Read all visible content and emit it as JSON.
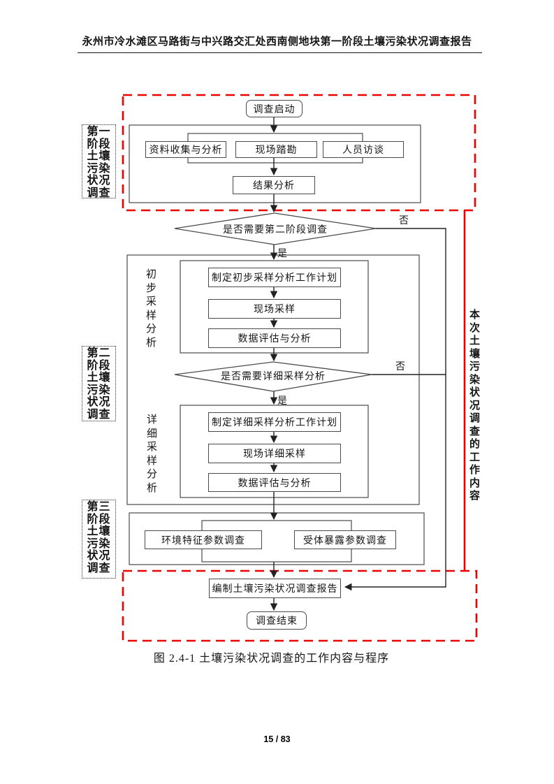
{
  "page": {
    "header_title": "永州市冷水滩区马路街与中兴路交汇处西南侧地块第一阶段土壤污染状况调查报告",
    "caption": "图 2.4-1 土壤污染状况调查的工作内容与程序",
    "page_number": "15 / 83"
  },
  "flowchart": {
    "start": "调查启动",
    "stage1": {
      "label": "第一阶段土壤污染状况调查",
      "boxes": [
        "资料收集与分析",
        "现场踏勘",
        "人员访谈"
      ],
      "result": "结果分析"
    },
    "decision1": {
      "text": "是否需要第二阶段调查",
      "yes": "是",
      "no": "否"
    },
    "stage2": {
      "label": "第二阶段土壤污染状况调查",
      "preliminary": {
        "label": "初步采样分析",
        "steps": [
          "制定初步采样分析工作计划",
          "现场采样",
          "数据评估与分析"
        ]
      },
      "decision2": {
        "text": "是否需要详细采样分析",
        "yes": "是",
        "no": "否"
      },
      "detailed": {
        "label": "详细采样分析",
        "steps": [
          "制定详细采样分析工作计划",
          "现场详细采样",
          "数据评估与分析"
        ]
      }
    },
    "stage3": {
      "label": "第三阶段土壤污染状况调查",
      "boxes": [
        "环境特征参数调查",
        "受体暴露参数调查"
      ]
    },
    "report": "编制土壤污染状况调查报告",
    "end": "调查结束",
    "side_note": "本次土壤污染状况调查的工作内容",
    "colors": {
      "highlight_red": "#ee0000",
      "line_gray": "#4a4a4a"
    }
  }
}
